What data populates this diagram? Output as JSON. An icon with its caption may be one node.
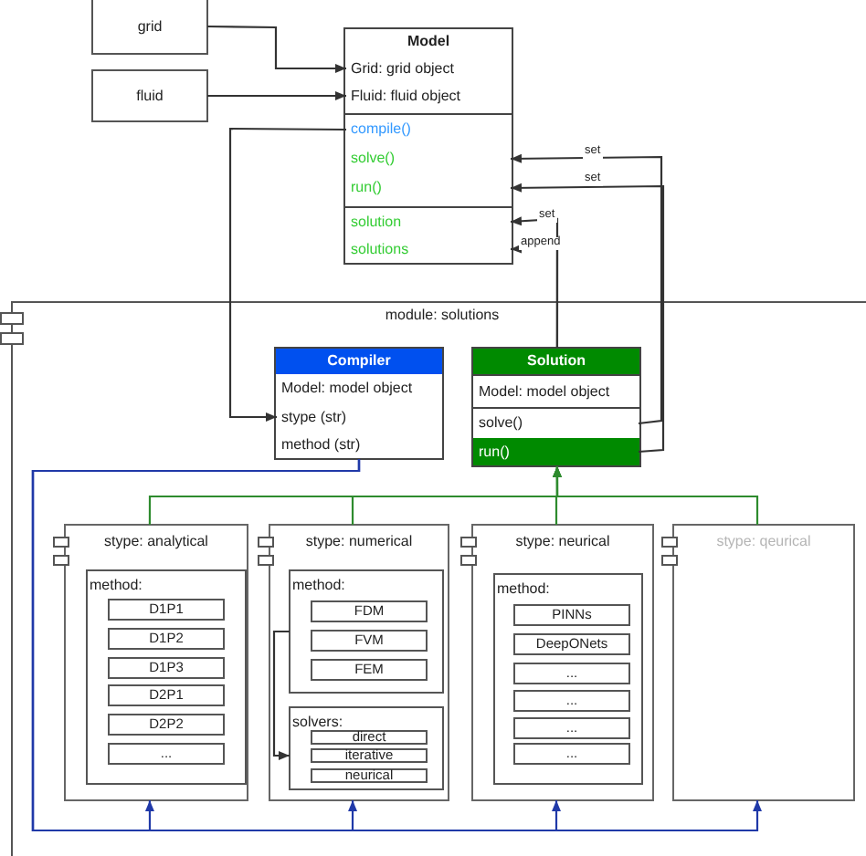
{
  "diagram": {
    "nodes": [
      {
        "text": [
          "grid"
        ]
      },
      {
        "text": [
          "fluid"
        ]
      },
      {
        "text": [
          "Model"
        ]
      },
      {
        "text": [
          "Grid: grid object"
        ],
        "in": 2
      },
      {
        "text": [
          "Fluid: fluid object"
        ],
        "in": 2
      },
      {
        "text": [
          "compile()"
        ],
        "in": 2
      },
      {
        "text": [
          "solve()"
        ],
        "in": 2
      },
      {
        "text": [
          "run()"
        ],
        "in": 2
      },
      {
        "text": [
          "solution"
        ],
        "in": 2
      },
      {
        "text": [
          "solutions"
        ],
        "in": 2
      },
      {
        "text": [
          "module: solutions"
        ]
      },
      {
        "text": [
          "Compiler"
        ],
        "in": 10
      },
      {
        "text": [
          "Model: model object"
        ],
        "in": 11
      },
      {
        "text": [
          "stype (str)"
        ],
        "in": 11
      },
      {
        "text": [
          "method (str)"
        ],
        "in": 11
      },
      {
        "text": [
          "Solution"
        ],
        "in": 10
      },
      {
        "text": [
          "Model: model object"
        ],
        "in": 15
      },
      {
        "text": [
          "solve()"
        ],
        "in": 15
      },
      {
        "text": [
          "run()"
        ],
        "in": 15
      },
      {
        "text": [
          "stype: analytical"
        ],
        "in": 10
      },
      {
        "text": [
          "method:"
        ],
        "in": 19
      },
      {
        "text": [
          "D1P1"
        ],
        "in": 20
      },
      {
        "text": [
          "D1P2"
        ],
        "in": 20
      },
      {
        "text": [
          "D1P3"
        ],
        "in": 20
      },
      {
        "text": [
          "D2P1"
        ],
        "in": 20
      },
      {
        "text": [
          "D2P2"
        ],
        "in": 20
      },
      {
        "text": [
          "..."
        ],
        "in": 20
      },
      {
        "text": [
          "stype: numerical"
        ],
        "in": 10
      },
      {
        "text": [
          "method:"
        ],
        "in": 27
      },
      {
        "text": [
          "FDM"
        ],
        "in": 28
      },
      {
        "text": [
          "FVM"
        ],
        "in": 28
      },
      {
        "text": [
          "FEM"
        ],
        "in": 28
      },
      {
        "text": [
          "solvers:"
        ],
        "in": 27
      },
      {
        "text": [
          "direct"
        ],
        "in": 32
      },
      {
        "text": [
          "iterative"
        ],
        "in": 32
      },
      {
        "text": [
          "neurical"
        ],
        "in": 32
      },
      {
        "text": [
          "stype: neurical"
        ],
        "in": 10
      },
      {
        "text": [
          "method:"
        ],
        "in": 36
      },
      {
        "text": [
          "PINNs"
        ],
        "in": 37
      },
      {
        "text": [
          "DeepONets"
        ],
        "in": 37
      },
      {
        "text": [
          "..."
        ],
        "in": 37
      },
      {
        "text": [
          "..."
        ],
        "in": 37
      },
      {
        "text": [
          "..."
        ],
        "in": 37
      },
      {
        "text": [
          "..."
        ],
        "in": 37
      },
      {
        "text": [
          "stype: qeurical"
        ],
        "in": 10
      }
    ],
    "edges": [
      {
        "from": 0,
        "to": 3,
        "arrow": "to"
      },
      {
        "from": 1,
        "to": 4,
        "arrow": "to"
      },
      {
        "from": 5,
        "to": 13,
        "arrow": "to"
      },
      {
        "from": 17,
        "to": 6,
        "arrow": "to",
        "label": "set"
      },
      {
        "from": 18,
        "to": 7,
        "arrow": "to",
        "label": "set"
      },
      {
        "from": 15,
        "to": 8,
        "arrow": "to",
        "label": "set"
      },
      {
        "from": 15,
        "to": 9,
        "arrow": "to",
        "label": "append"
      },
      {
        "from": 11,
        "to": 19,
        "arrow": "to",
        "color": "#2039a8"
      },
      {
        "from": 11,
        "to": 27,
        "arrow": "to",
        "color": "#2039a8"
      },
      {
        "from": 11,
        "to": 36,
        "arrow": "to",
        "color": "#2039a8"
      },
      {
        "from": 11,
        "to": 44,
        "arrow": "to",
        "color": "#2039a8"
      },
      {
        "from": 19,
        "to": 15,
        "arrow": "to",
        "color": "#2e8b2e"
      },
      {
        "from": 27,
        "to": 15,
        "arrow": "to",
        "color": "#2e8b2e"
      },
      {
        "from": 36,
        "to": 15,
        "arrow": "to",
        "color": "#2e8b2e"
      },
      {
        "from": 44,
        "to": 15,
        "arrow": "to",
        "color": "#2e8b2e"
      },
      {
        "from": 28,
        "to": 32,
        "arrow": "to"
      }
    ]
  }
}
